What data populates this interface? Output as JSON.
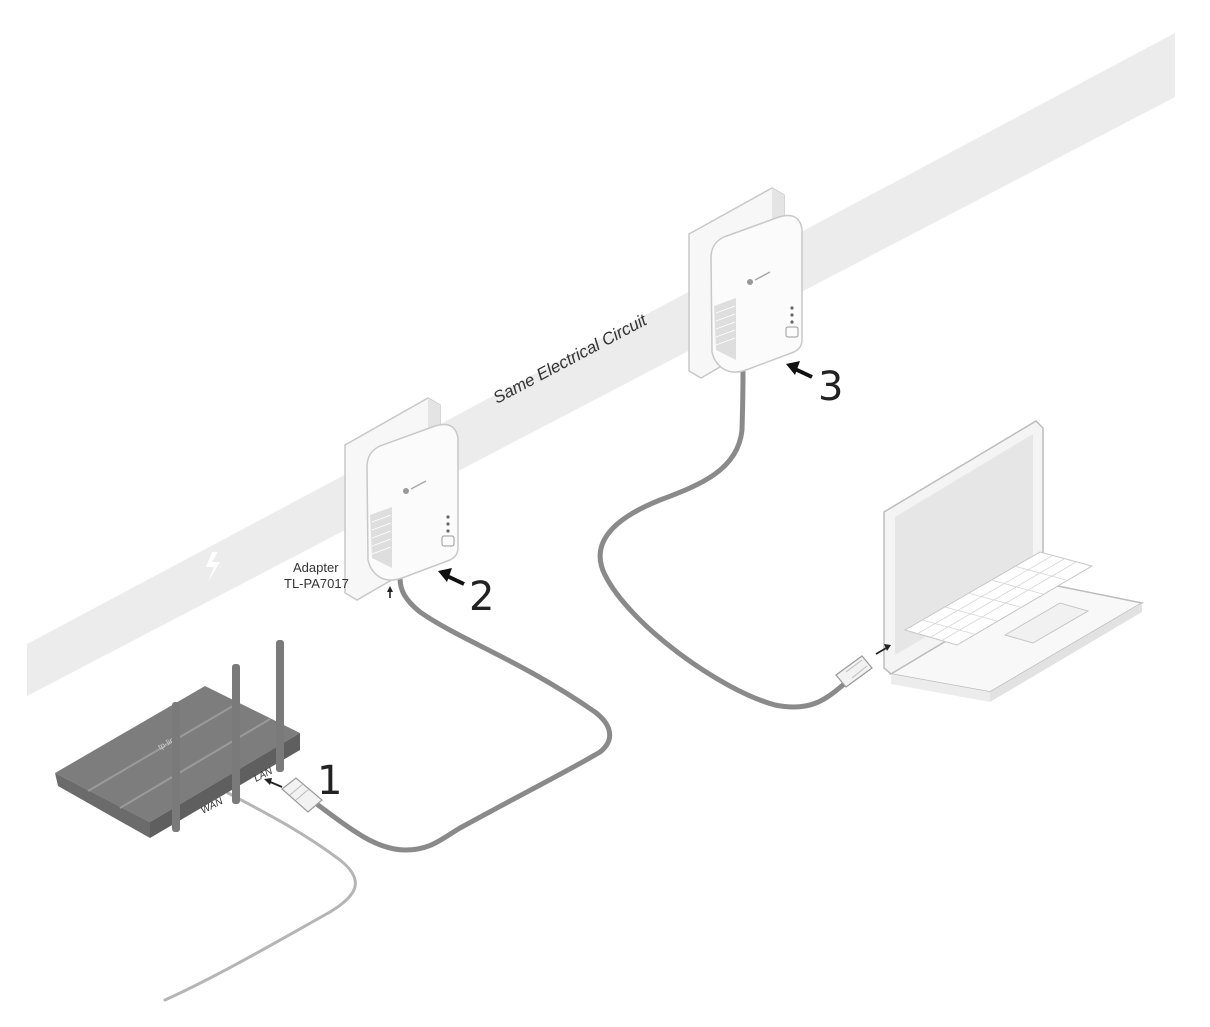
{
  "circuit_label": "Same Electrical Circuit",
  "adapter": {
    "title": "Adapter",
    "model": "TL-PA7017"
  },
  "router_ports": {
    "lan": "LAN",
    "wan": "WAN"
  },
  "steps": [
    "1",
    "2",
    "3"
  ],
  "colors": {
    "wall_band": "#ececec",
    "cable": "#8a8a8a",
    "router_body": "#7a7a7a",
    "device_white": "#fbfbfb",
    "outline": "#c8c8c8",
    "arrow": "#111111"
  },
  "icons": [
    "lightning-icon",
    "tp-link-logo-icon"
  ]
}
